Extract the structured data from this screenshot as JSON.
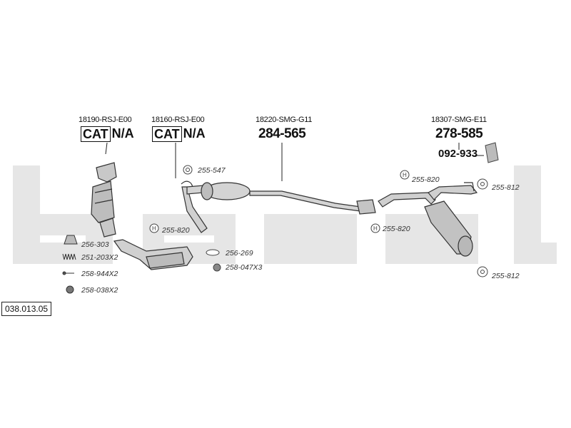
{
  "diagram": {
    "watermark": "bosal",
    "ref_number": "038.013.05",
    "parts": [
      {
        "code": "18190-RSJ-E00",
        "tag": "CAT",
        "tag_suffix": "N/A"
      },
      {
        "code": "18160-RSJ-E00",
        "tag": "CAT",
        "tag_suffix": "N/A"
      },
      {
        "code": "18220-SMG-G11",
        "number": "284-565"
      },
      {
        "code": "18307-SMG-E11",
        "number": "278-585",
        "sub_number": "092-933"
      }
    ],
    "fittings": {
      "left_list": [
        "256-303",
        "251-203X2",
        "258-944X2",
        "258-038X2"
      ],
      "f1": "255-820",
      "f2": "255-547",
      "f3": "256-269",
      "f4": "258-047X3",
      "f5": "255-820",
      "f6": "255-820",
      "f7": "255-812",
      "f8": "255-812"
    }
  }
}
